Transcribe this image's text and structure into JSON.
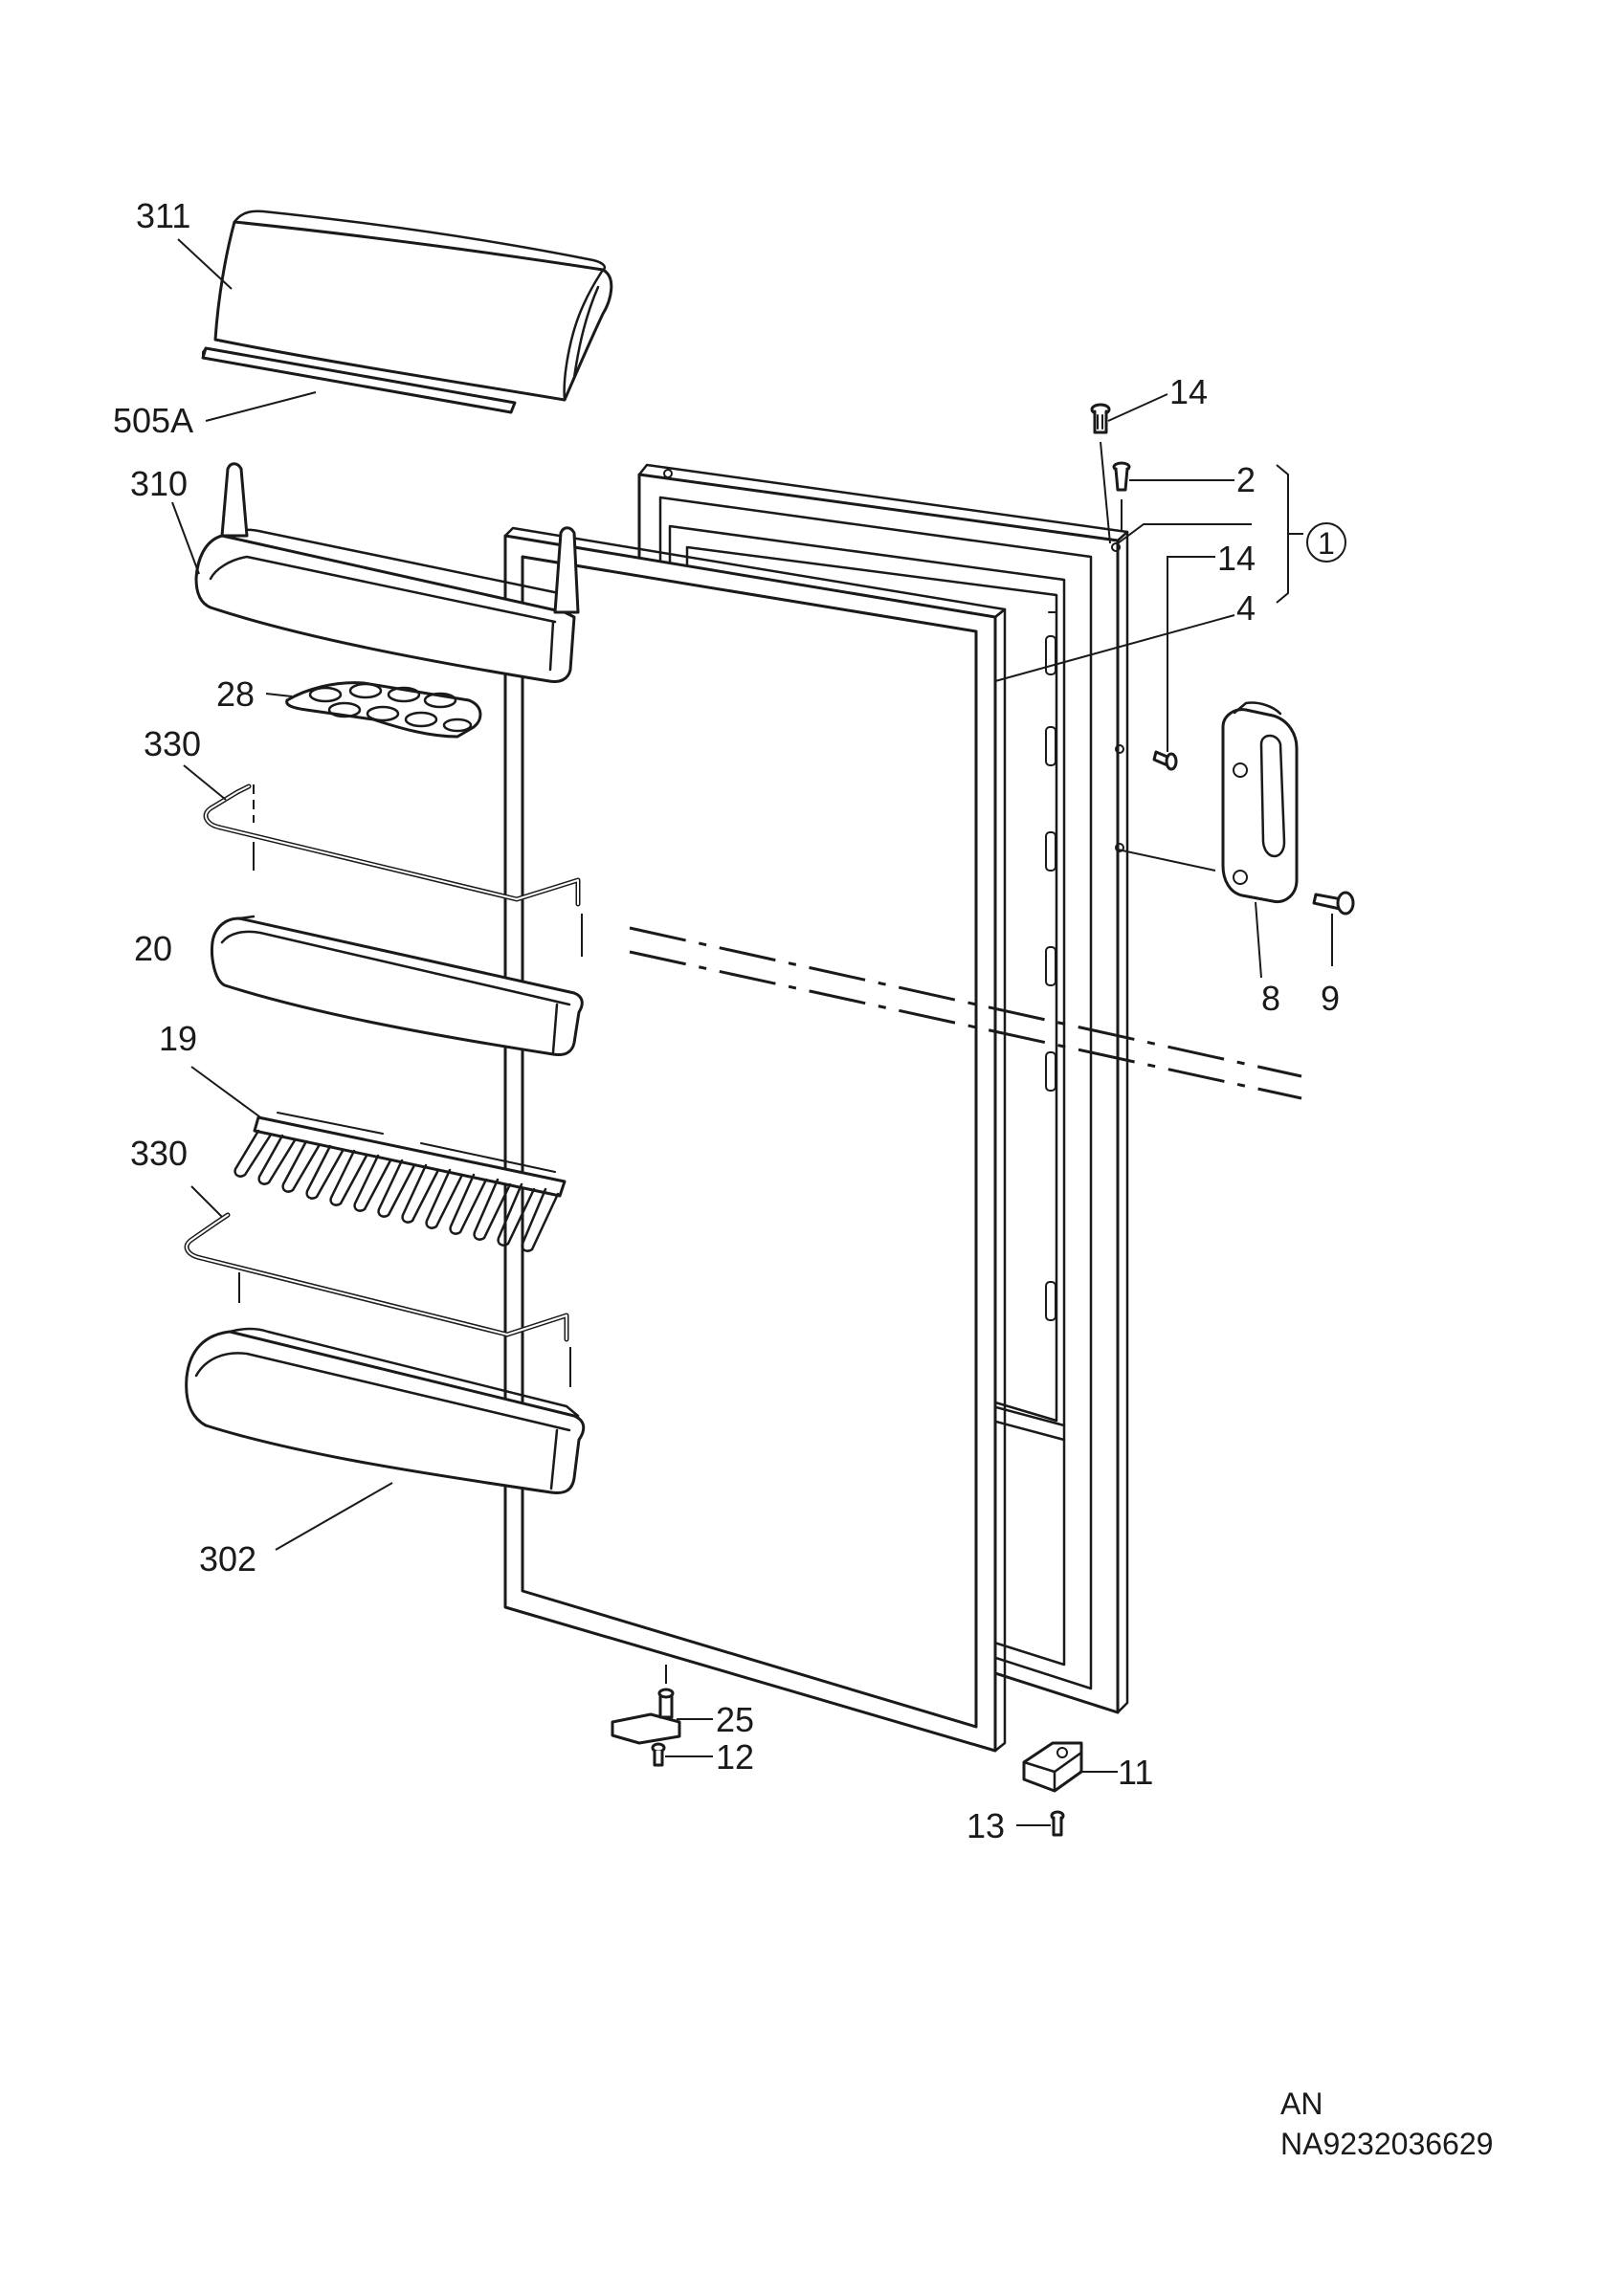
{
  "callouts": {
    "c311": "311",
    "c505a": "505A",
    "c310": "310",
    "c28": "28",
    "c330a": "330",
    "c20": "20",
    "c19": "19",
    "c330b": "330",
    "c302": "302",
    "c14a": "14",
    "c2": "2",
    "c1": "1",
    "c14b": "14",
    "c4": "4",
    "c8": "8",
    "c9": "9",
    "c25": "25",
    "c12": "12",
    "c11": "11",
    "c13": "13"
  },
  "reference": {
    "line1": "AN",
    "line2": "NA9232036629"
  },
  "colors": {
    "ink": "#1a1a1a",
    "paper": "#ffffff"
  }
}
